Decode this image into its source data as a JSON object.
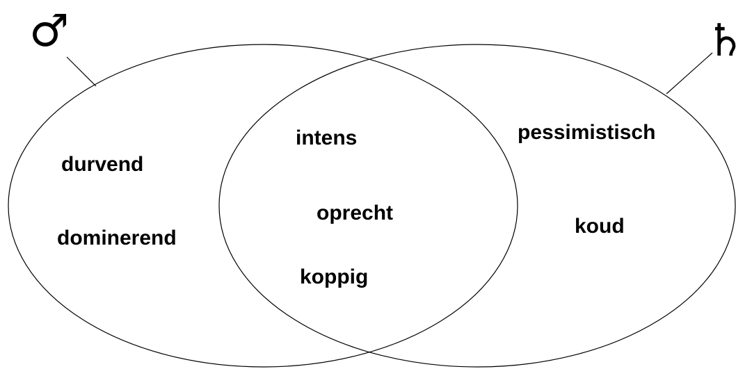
{
  "symbols": {
    "left": "♂",
    "right": "♄"
  },
  "regions": {
    "left_only": [
      "durvend",
      "dominerend"
    ],
    "overlap": [
      "intens",
      "oprecht",
      "koppig"
    ],
    "right_only": [
      "pessimistisch",
      "koud"
    ]
  },
  "colors": {
    "stroke": "#000000",
    "text": "#000000",
    "background": "#ffffff"
  }
}
